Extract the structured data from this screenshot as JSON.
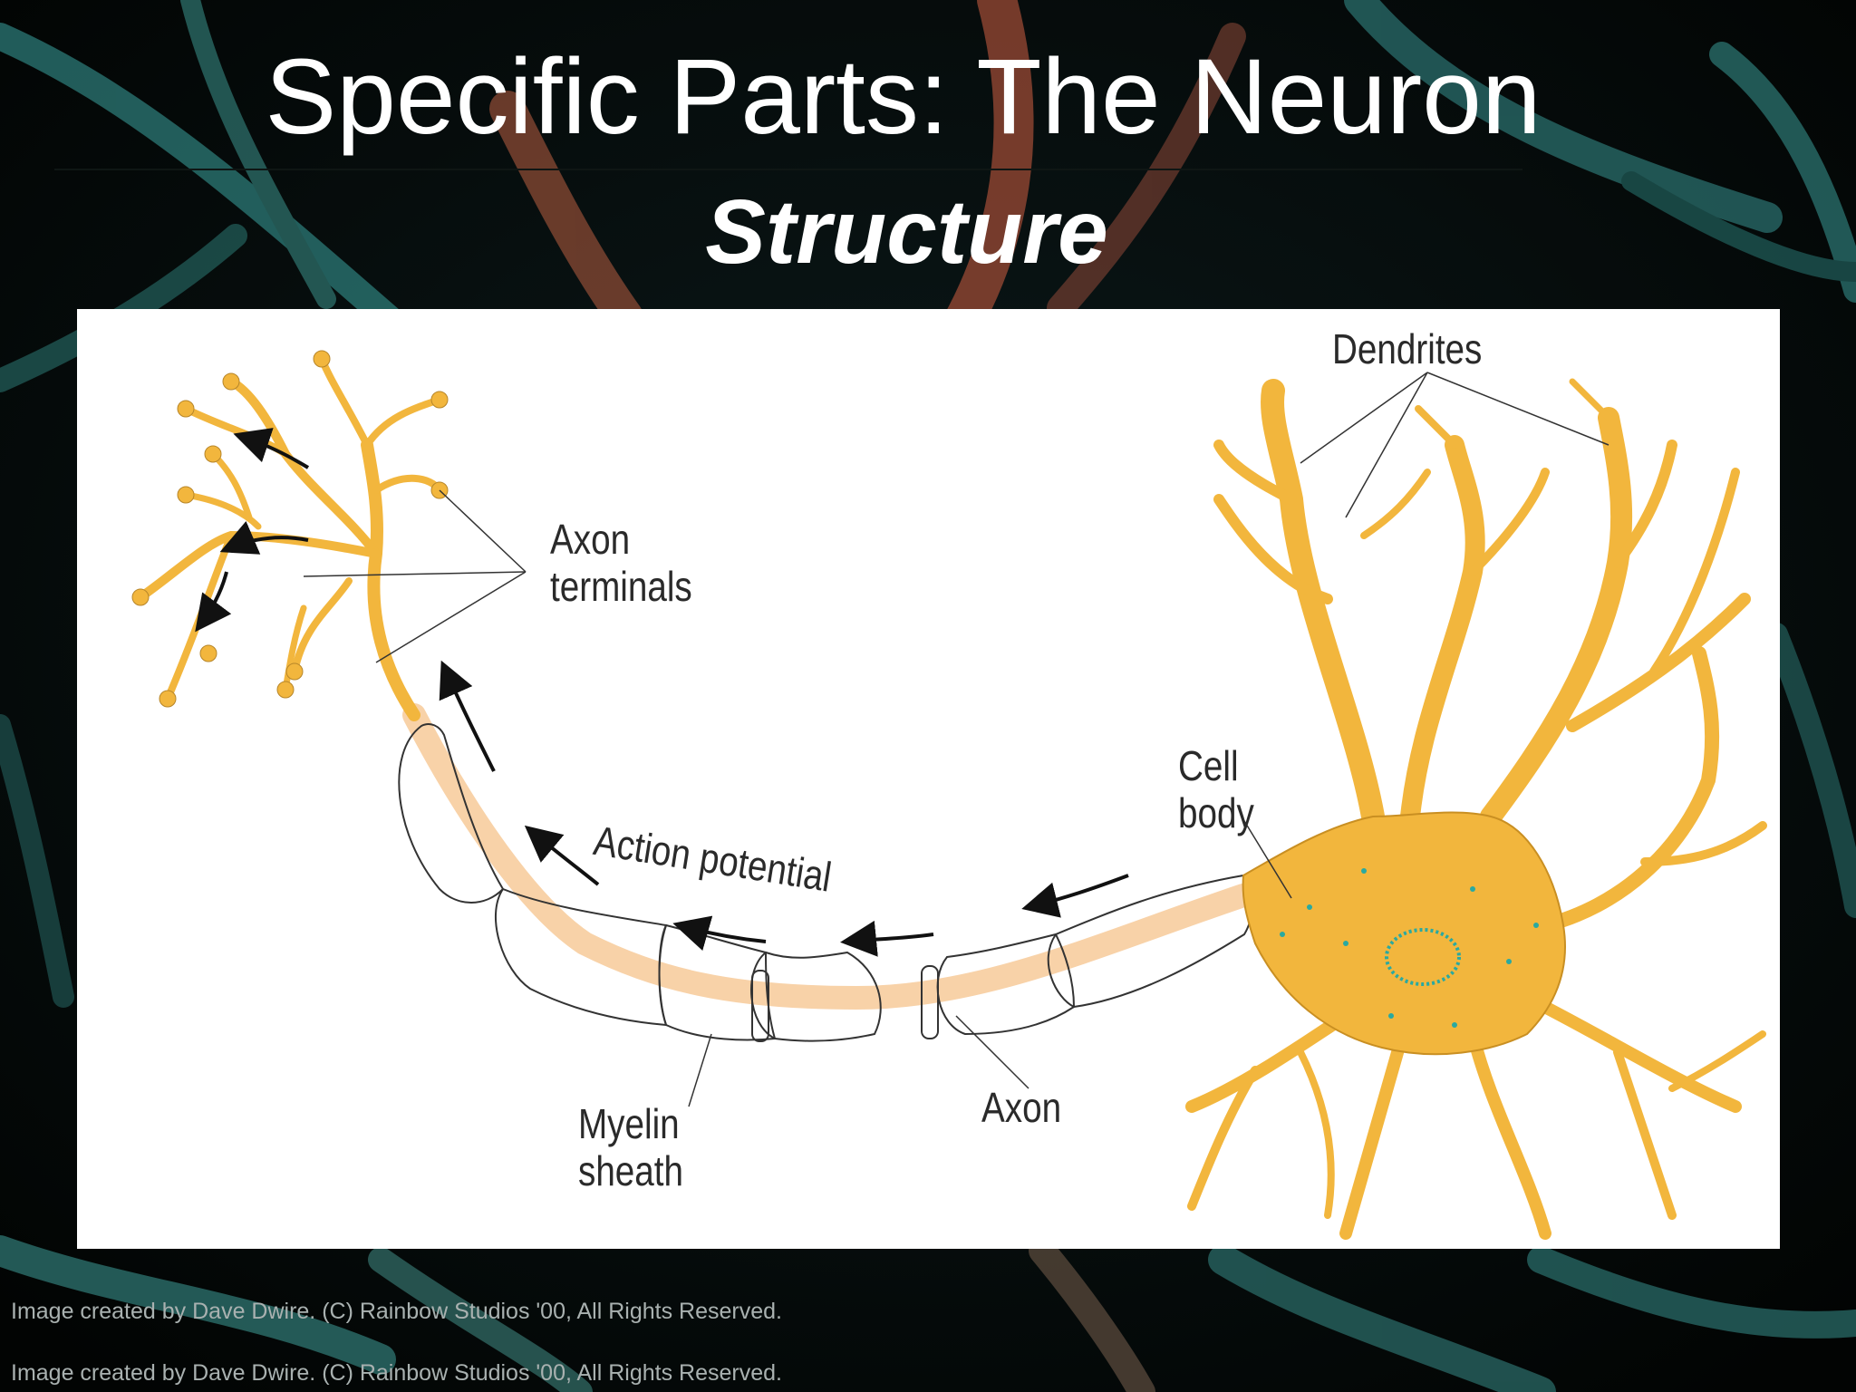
{
  "slide": {
    "title": "Specific Parts: The Neuron",
    "subtitle": "Structure"
  },
  "diagram": {
    "labels": {
      "dendrites": "Dendrites",
      "axon_terminals_line1": "Axon",
      "axon_terminals_line2": "terminals",
      "cell_body_line1": "Cell",
      "cell_body_line2": "body",
      "action_potential": "Action potential",
      "myelin_sheath_line1": "Myelin",
      "myelin_sheath_line2": "sheath",
      "axon": "Axon"
    }
  },
  "credits": {
    "line1": "Image created by Dave Dwire. (C) Rainbow Studios '00, All Rights Reserved.",
    "line2": "Image created by Dave Dwire. (C) Rainbow Studios '00, All Rights Reserved."
  },
  "colors": {
    "background": "#040807",
    "neuron_fill": "#f2b63d",
    "axon_fill": "#f8d2a8",
    "nucleus": "#2aa9a0"
  }
}
